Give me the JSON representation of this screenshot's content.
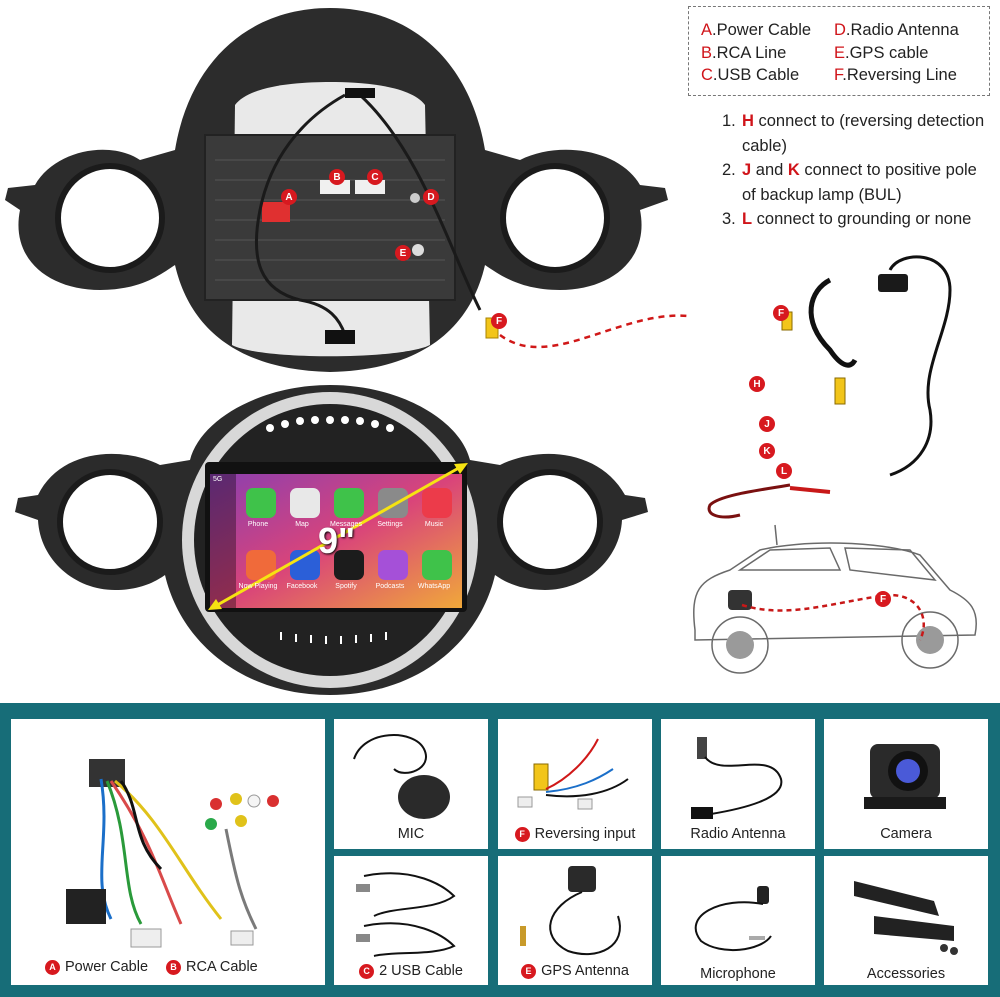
{
  "legend": {
    "items": [
      {
        "letter": "A",
        "text": ".Power Cable"
      },
      {
        "letter": "B",
        "text": ".RCA Line"
      },
      {
        "letter": "C",
        "text": ".USB Cable"
      },
      {
        "letter": "D",
        "text": ".Radio Antenna"
      },
      {
        "letter": "E",
        "text": ".GPS cable"
      },
      {
        "letter": "F",
        "text": ".Reversing Line"
      }
    ]
  },
  "notes": [
    {
      "num": "1.",
      "parts": [
        {
          "t": "H",
          "red": true
        },
        {
          "t": " connect to (reversing detection cable)",
          "red": false
        }
      ]
    },
    {
      "num": "2.",
      "parts": [
        {
          "t": "J",
          "red": true
        },
        {
          "t": " and ",
          "red": false
        },
        {
          "t": "K",
          "red": true
        },
        {
          "t": " connect to positive pole of backup lamp (BUL)",
          "red": false
        }
      ]
    },
    {
      "num": "3.",
      "parts": [
        {
          "t": "L",
          "red": true
        },
        {
          "t": " connect to grounding or none",
          "red": false
        }
      ]
    }
  ],
  "head_unit_badges": {
    "a": "A",
    "b": "B",
    "c": "C",
    "d": "D",
    "e": "E",
    "f": "F"
  },
  "camera_badges": {
    "f": "F",
    "h": "H",
    "j": "J",
    "k": "K",
    "l": "L"
  },
  "car_badge": "F",
  "screen": {
    "size": "9\"",
    "status": "5G",
    "apps_row1": [
      "Phone",
      "Map",
      "Messages",
      "Settings",
      "Music"
    ],
    "apps_row2": [
      "Now Playing",
      "Facebook",
      "Spotify",
      "Podcasts",
      "WhatsApp"
    ]
  },
  "accessories": {
    "power_badge": "A",
    "power_label": "Power Cable",
    "rca_badge": "B",
    "rca_label": "RCA Cable",
    "mic_label": "MIC",
    "reversing_badge": "F",
    "reversing_label": "Reversing input",
    "radio_label": "Radio Antenna",
    "camera_label": "Camera",
    "usb_badge": "C",
    "usb_label": "2 USB Cable",
    "gps_badge": "E",
    "gps_label": "GPS Antenna",
    "microphone_label": "Microphone",
    "accessories_label": "Accessories"
  },
  "colors": {
    "accent_red": "#d7191f",
    "teal": "#176d78",
    "frame": "#2b2b2b"
  }
}
